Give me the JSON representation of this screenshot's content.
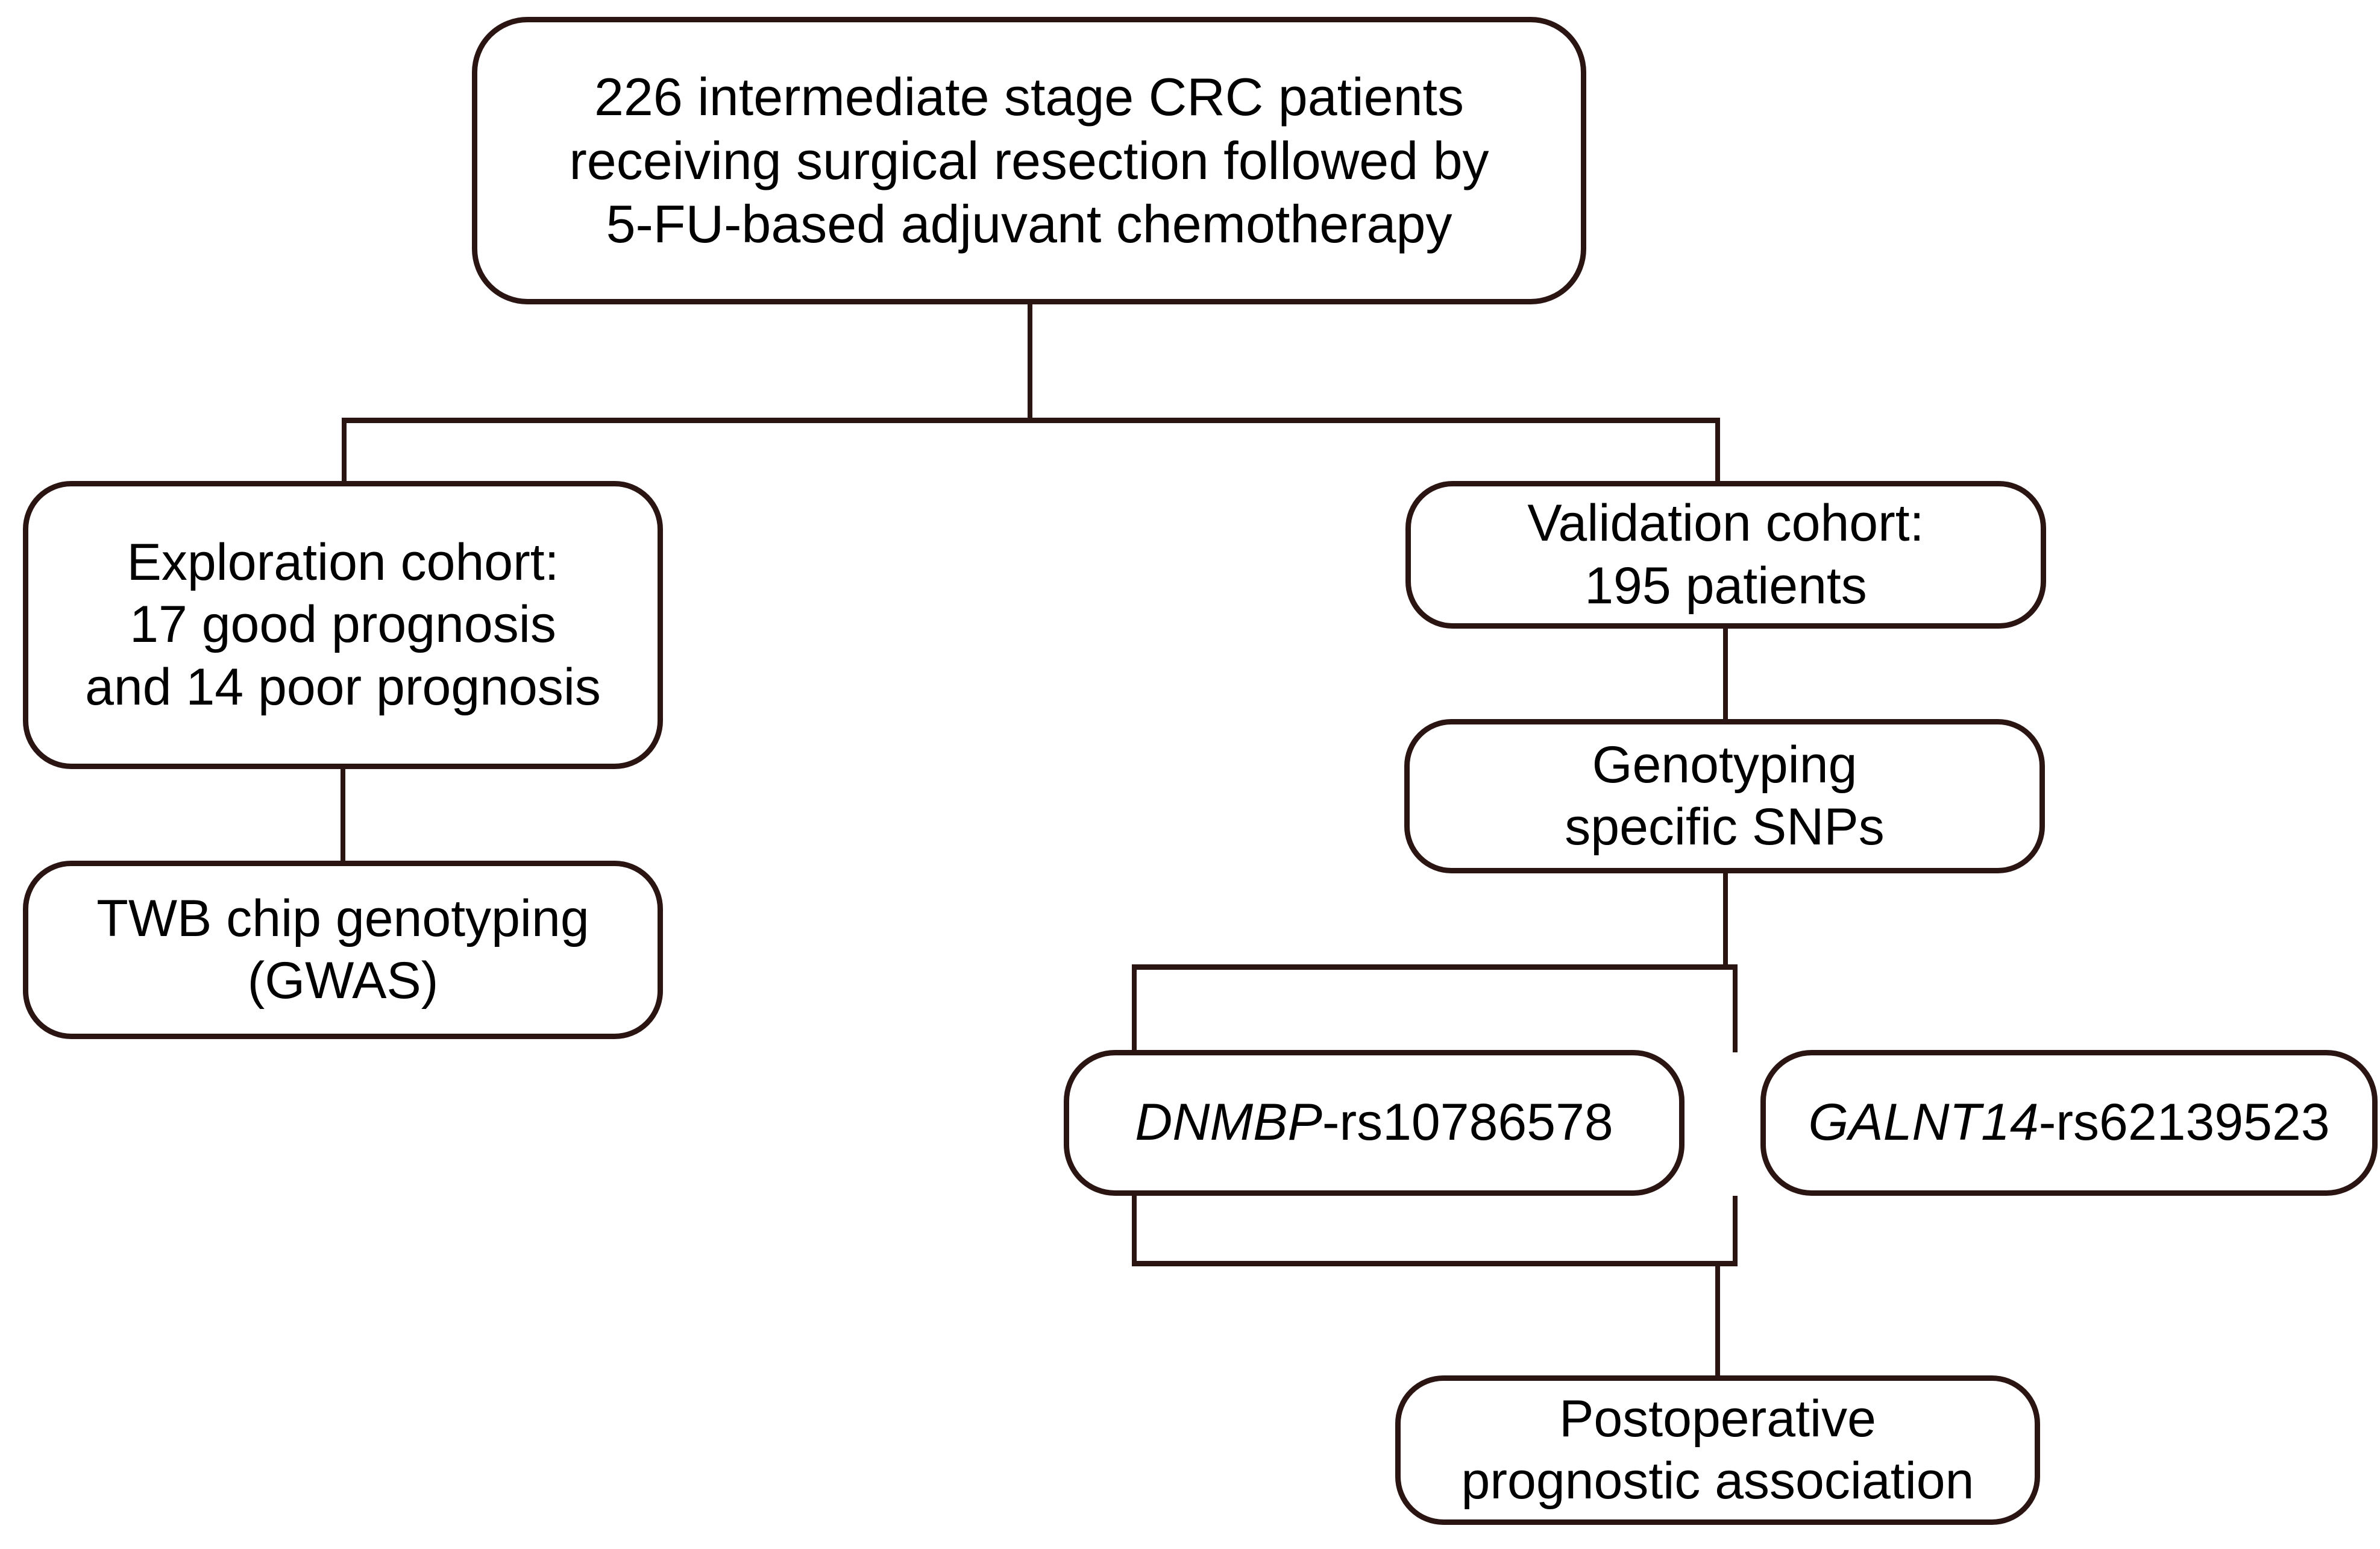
{
  "diagram": {
    "title": "CRC patient cohort and genotyping study flowchart",
    "border_color": "#2a1512",
    "background_color": "#ffffff",
    "text_color": "#000000"
  },
  "nodes": {
    "top": {
      "name": "cohort-overview",
      "line1": "226 intermediate stage CRC patients",
      "line2": "receiving surgical resection followed by",
      "line3": "5-FU-based adjuvant chemotherapy"
    },
    "exploration": {
      "name": "exploration-cohort",
      "line1": "Exploration cohort:",
      "line2": "17 good prognosis",
      "line3": "and 14 poor prognosis"
    },
    "twb": {
      "name": "twb-chip-genotyping",
      "line1": "TWB chip genotyping",
      "line2": "(GWAS)"
    },
    "validation": {
      "name": "validation-cohort",
      "line1": "Validation cohort:",
      "line2": "195 patients"
    },
    "genotyping": {
      "name": "genotyping-specific-snps",
      "line1": "Genotyping",
      "line2": "specific SNPs"
    },
    "snp_dnmbp": {
      "name": "snp-dnmbp",
      "gene": "DNMBP",
      "rsid": "-rs10786578"
    },
    "snp_galnt14": {
      "name": "snp-galnt14",
      "gene": "GALNT14",
      "rsid": "-rs62139523"
    },
    "postop": {
      "name": "postoperative-prognostic-association",
      "line1": "Postoperative",
      "line2": "prognostic association"
    }
  }
}
